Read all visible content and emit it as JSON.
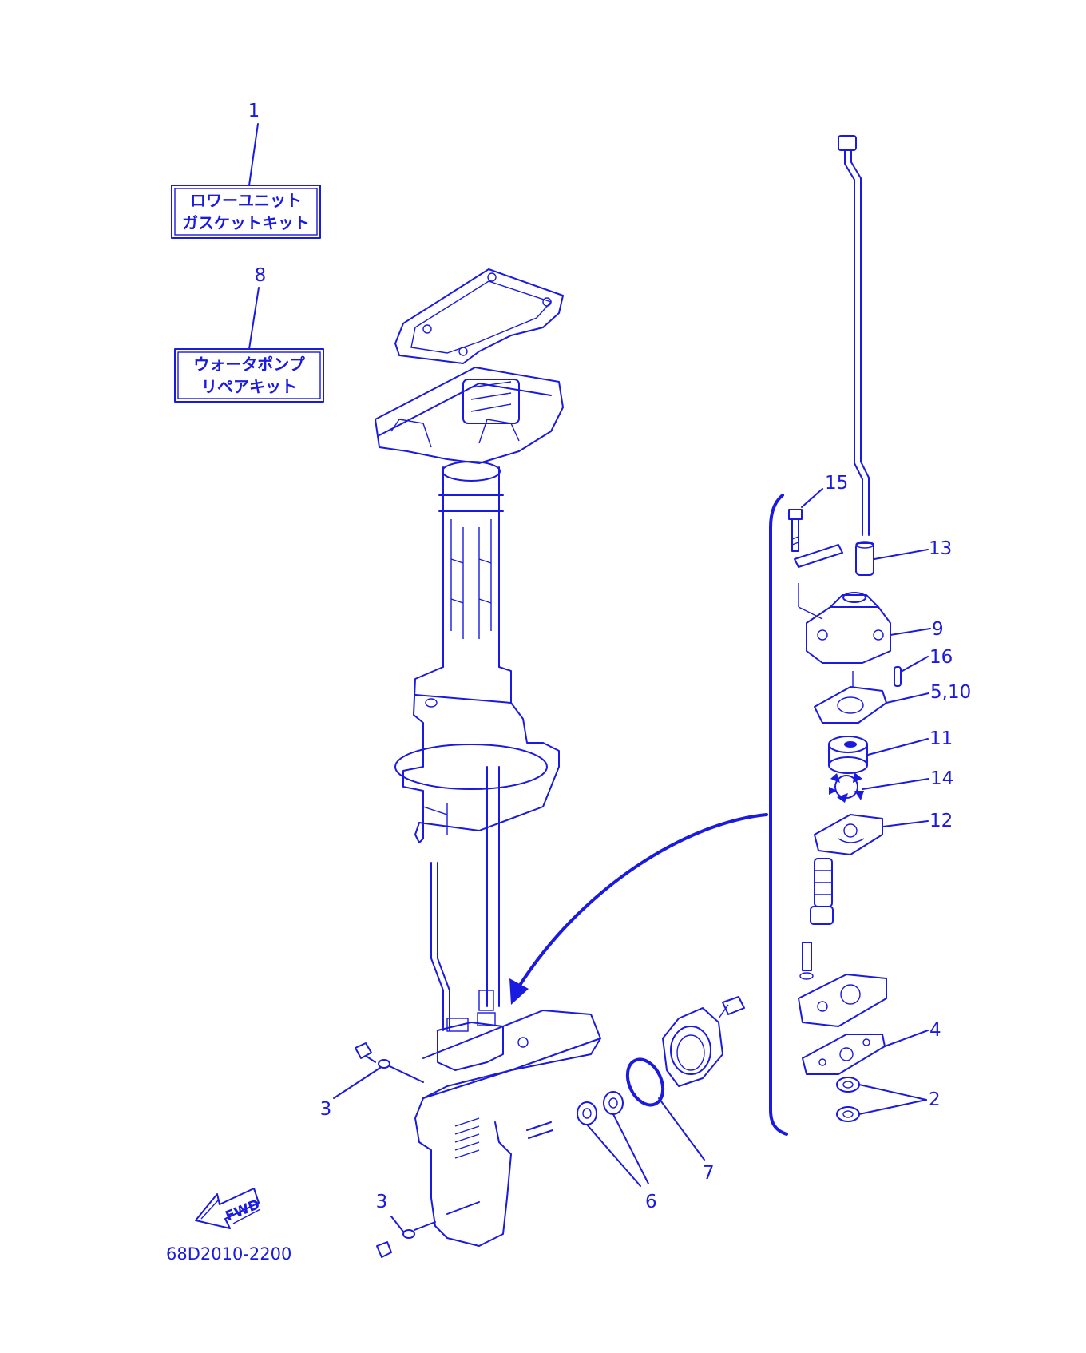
{
  "kits": [
    {
      "callout": "1",
      "line1": "ロワーユニット",
      "line2": "ガスケットキット"
    },
    {
      "callout": "8",
      "line1": "ウォータポンプ",
      "line2": "リペアキット"
    }
  ],
  "callouts": {
    "c2": "2",
    "c3a": "3",
    "c3b": "3",
    "c4": "4",
    "c5_10": "5,10",
    "c6": "6",
    "c7": "7",
    "c9": "9",
    "c11": "11",
    "c12": "12",
    "c13": "13",
    "c14": "14",
    "c15": "15",
    "c16": "16"
  },
  "direction_label": "FWD",
  "drawing_code": "68D2010-2200",
  "line_color": "#1a1ae0"
}
